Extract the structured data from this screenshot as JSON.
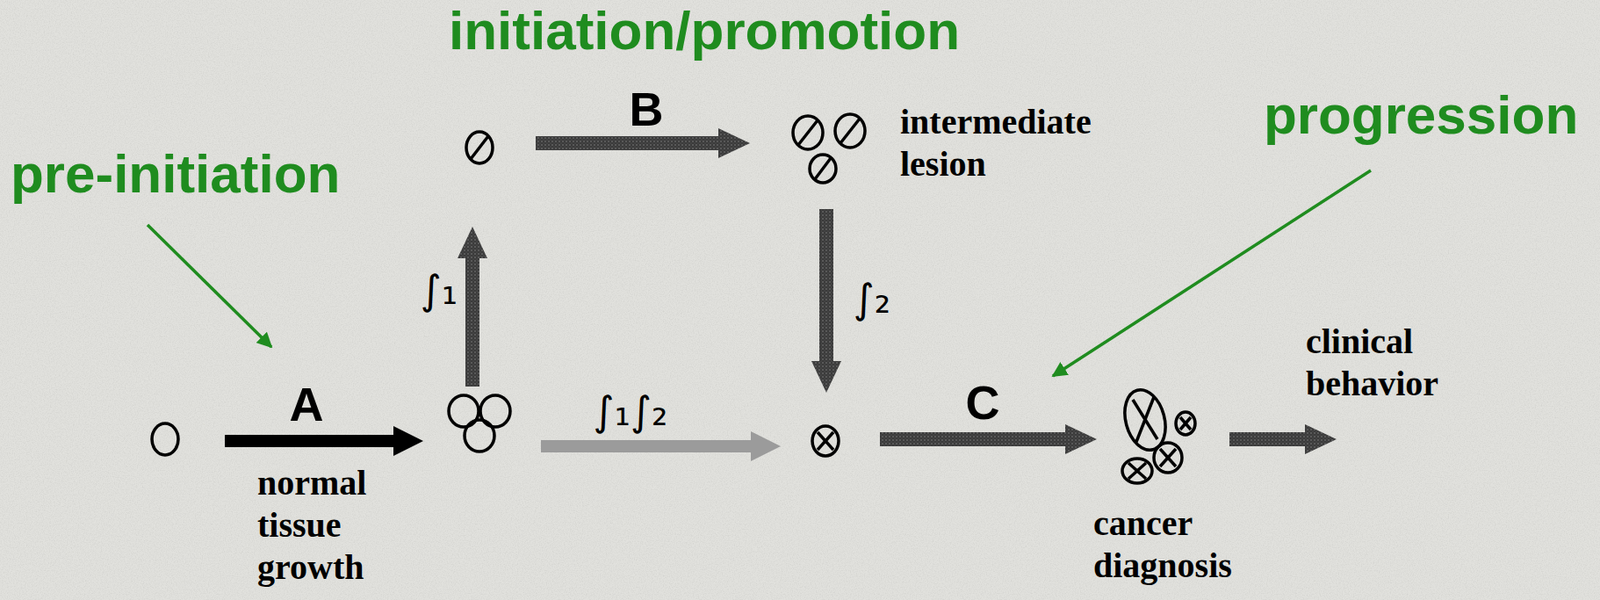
{
  "diagram": {
    "nodes": [
      {
        "text": [
          "normal tissue growth"
        ]
      },
      {
        "text": [
          "intermediate lesion"
        ]
      },
      {
        "text": [
          "cancer diagnosis"
        ]
      }
    ],
    "labels": [
      "initiation/promotion",
      "pre-initiation",
      "progression",
      "A",
      "B",
      "∫₁",
      "∫₂",
      "∫₁∫₂",
      "C",
      "clinical behavior"
    ]
  }
}
